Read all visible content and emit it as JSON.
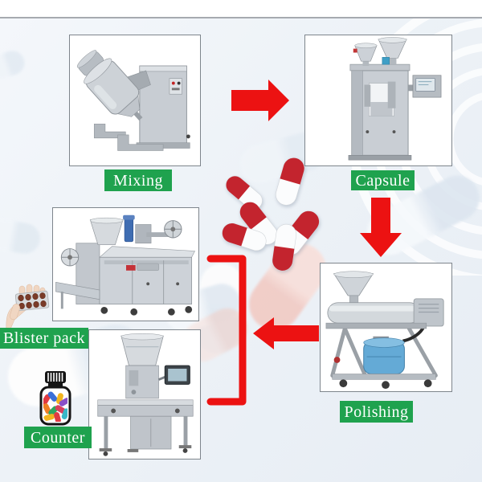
{
  "diagram": {
    "subject": "capsule production line process flow",
    "stage_count": 5
  },
  "colors": {
    "label_green": "#1fa24e",
    "arrow_red": "#ec1212",
    "capsule_red": "#c3242e",
    "capsule_white": "#fbfcfd",
    "background": "#edf2f7",
    "box_border": "#7e858c",
    "divider_gray": "#a6aab0"
  },
  "stages": [
    {
      "id": "mixing",
      "label": "Mixing",
      "figure": "three-dimensional-mixer-machine"
    },
    {
      "id": "capsule",
      "label": "Capsule",
      "figure": "capsule-filling-machine"
    },
    {
      "id": "polishing",
      "label": "Polishing",
      "figure": "capsule-polishing-machine"
    },
    {
      "id": "blister-pack",
      "label": "Blister pack",
      "figure": "blister-packing-machine"
    },
    {
      "id": "counter",
      "label": "Counter",
      "figure": "capsule-counting-machine"
    }
  ],
  "connectors": [
    {
      "type": "arrow",
      "from": "mixing",
      "to": "capsule",
      "direction": "right"
    },
    {
      "type": "arrow",
      "from": "capsule",
      "to": "polishing",
      "direction": "down"
    },
    {
      "type": "arrow",
      "from": "polishing",
      "to": "blister-pack-and-counter",
      "direction": "left"
    },
    {
      "type": "bracket",
      "groups": [
        "blister-pack",
        "counter"
      ]
    }
  ],
  "decorations": {
    "capsule_cluster": {
      "name": "red-white-capsules",
      "count": 6
    },
    "hand_blister": {
      "name": "hand-holding-blister-pack",
      "pill_rows": 2,
      "pill_cols": 4
    },
    "pill_bottle": {
      "name": "bottle-of-colorful-capsules"
    },
    "background": {
      "name": "faded-capsules-and-ripple-arcs"
    }
  }
}
